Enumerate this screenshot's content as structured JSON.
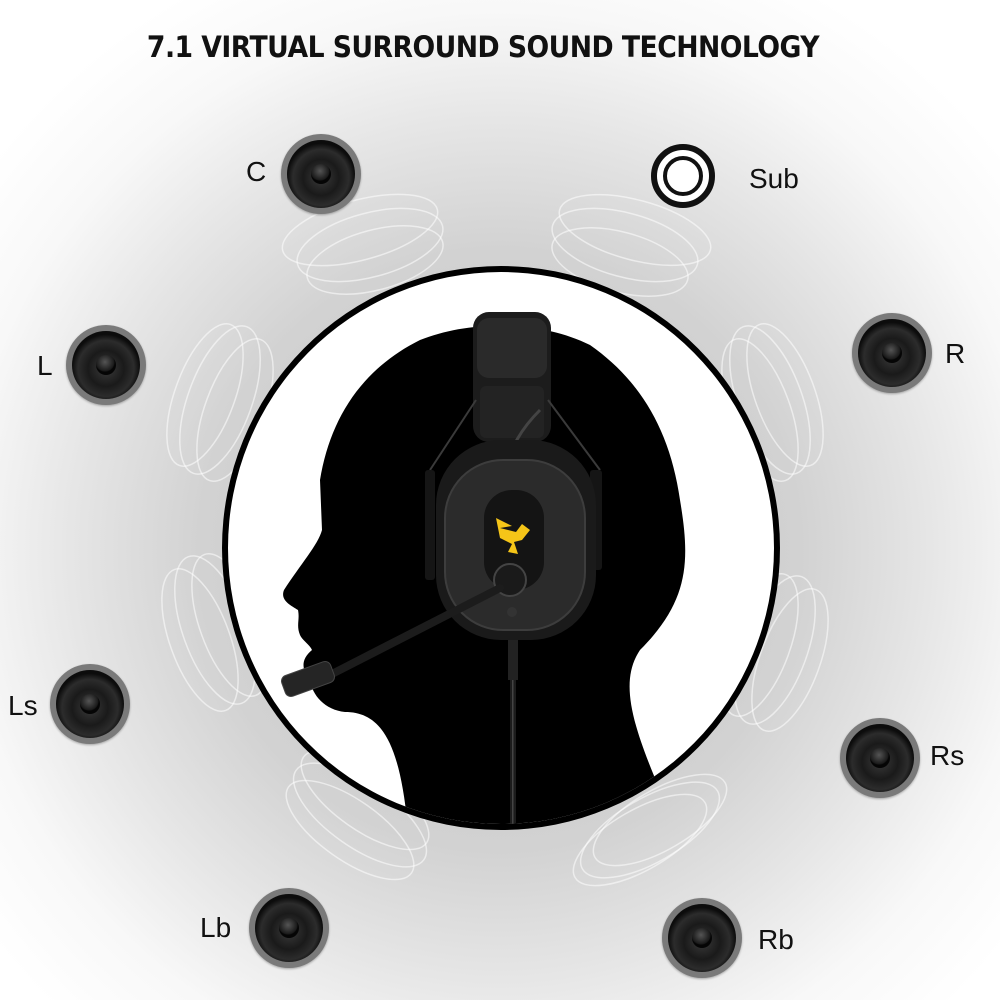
{
  "title": "7.1 VIRTUAL SURROUND SOUND TECHNOLOGY",
  "speakers": [
    {
      "id": "C",
      "label": "C",
      "icon": "speaker-icon"
    },
    {
      "id": "Sub",
      "label": "Sub",
      "icon": "subwoofer-icon"
    },
    {
      "id": "L",
      "label": "L",
      "icon": "speaker-icon"
    },
    {
      "id": "R",
      "label": "R",
      "icon": "speaker-icon"
    },
    {
      "id": "Ls",
      "label": "Ls",
      "icon": "speaker-icon"
    },
    {
      "id": "Rs",
      "label": "Rs",
      "icon": "speaker-icon"
    },
    {
      "id": "Lb",
      "label": "Lb",
      "icon": "speaker-icon"
    },
    {
      "id": "Rb",
      "label": "Rb",
      "icon": "speaker-icon"
    }
  ],
  "center_image": {
    "description": "head-silhouette-with-gaming-headset",
    "logo_color": "#f5c518"
  },
  "colors": {
    "text": "#111111",
    "speaker_rim": "#7a7a7a",
    "background_center": "#c4c4c4",
    "background_edge": "#ffffff"
  }
}
